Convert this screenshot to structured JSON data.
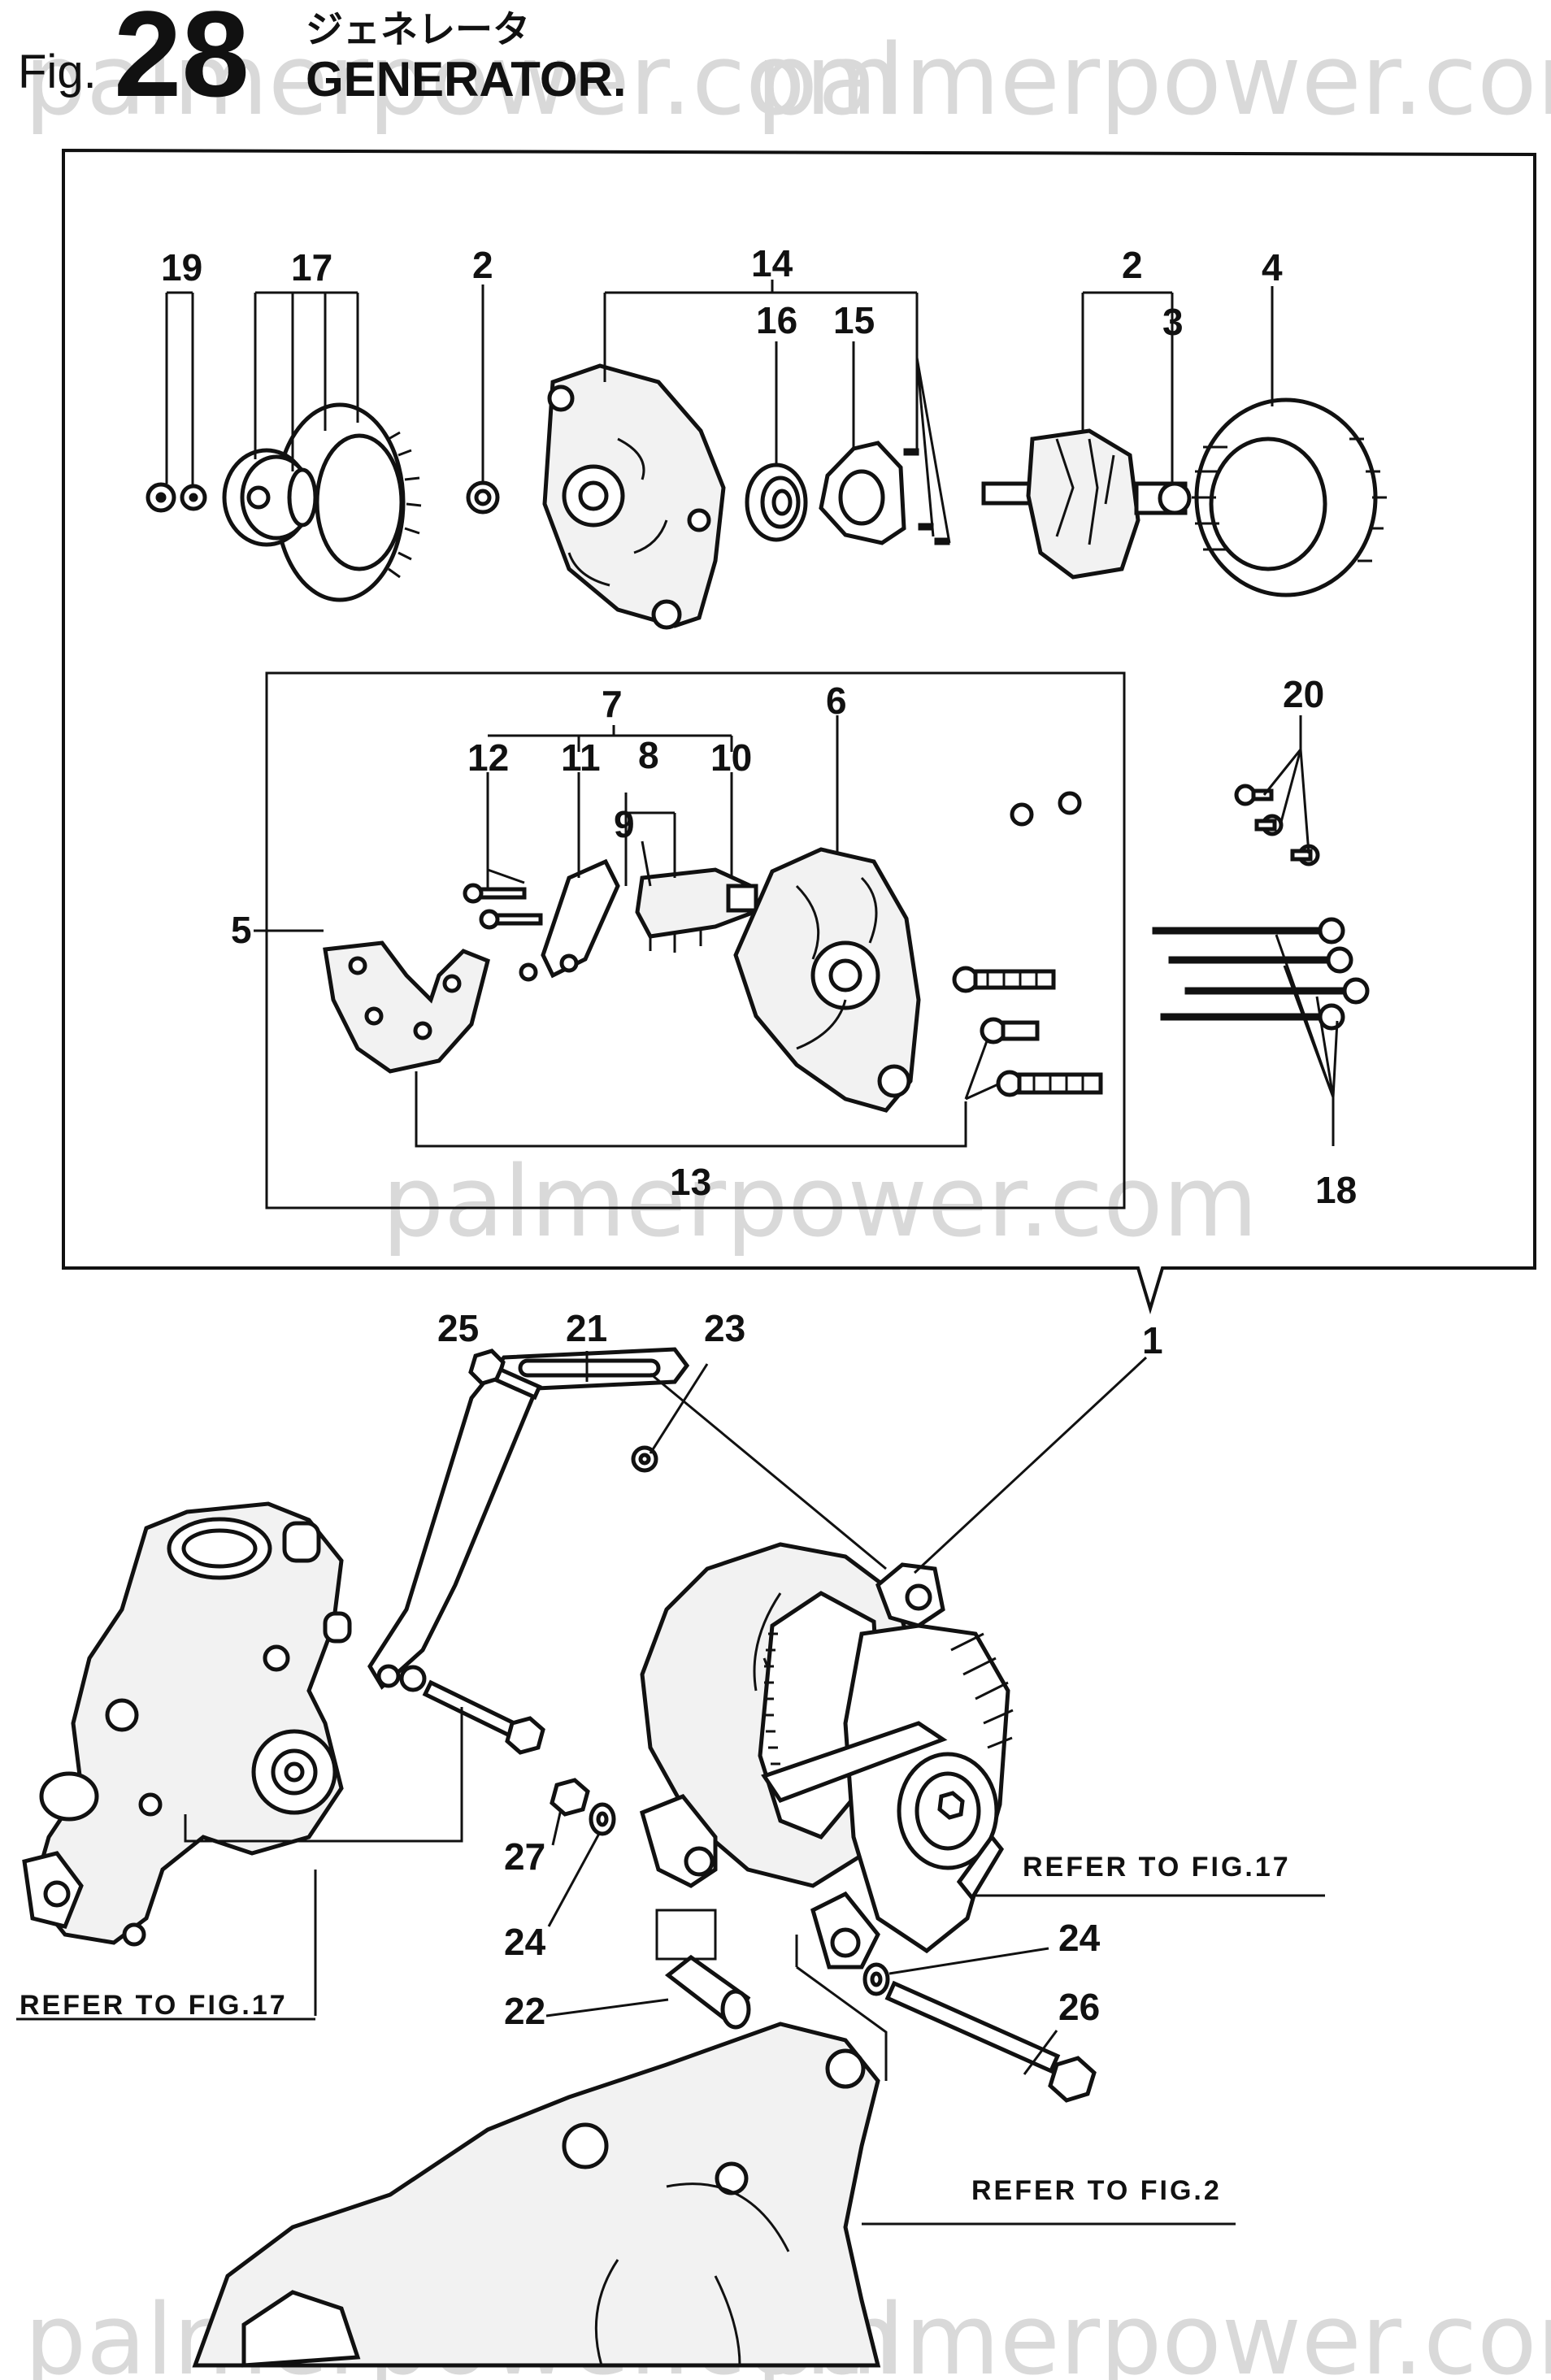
{
  "header": {
    "fig_prefix": "Fig.",
    "fig_number": "28",
    "title_jp": "ジェネレータ",
    "title_en": "GENERATOR."
  },
  "watermark": "palmerpower.com",
  "part_labels": {
    "p1": "1",
    "p2a": "2",
    "p2b": "2",
    "p3": "3",
    "p4": "4",
    "p5": "5",
    "p6": "6",
    "p7": "7",
    "p8": "8",
    "p9": "9",
    "p10": "10",
    "p11": "11",
    "p12": "12",
    "p13": "13",
    "p14": "14",
    "p15": "15",
    "p16": "16",
    "p17": "17",
    "p18": "18",
    "p19": "19",
    "p20": "20",
    "p21": "21",
    "p22": "22",
    "p23": "23",
    "p24a": "24",
    "p24b": "24",
    "p25": "25",
    "p26": "26",
    "p27": "27"
  },
  "references": {
    "fig17_left": "REFER TO FIG.17",
    "fig17_right": "REFER TO FIG.17",
    "fig2": "REFER TO FIG.2"
  }
}
